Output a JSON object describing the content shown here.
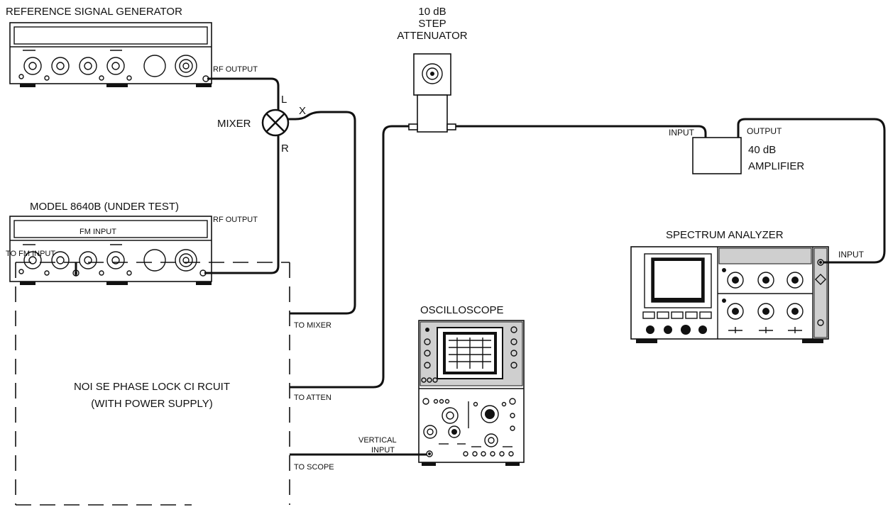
{
  "labels": {
    "ref_generator": "REFERENCE SIGNAL GENERATOR",
    "ref_rf_output": "RF OUTPUT",
    "mixer": "MIXER",
    "mixer_l": "L",
    "mixer_r": "R",
    "mixer_x": "X",
    "model_under_test": "MODEL 8640B (UNDER TEST)",
    "model_rf_output": "RF OUTPUT",
    "fm_input": "FM INPUT",
    "to_fm_input": "TO FM INPUT",
    "attenuator_line1": "10 dB",
    "attenuator_line2": "STEP",
    "attenuator_line3": "ATTENUATOR",
    "amp_input": "INPUT",
    "amp_output": "OUTPUT",
    "amp_line1": "40 dB",
    "amp_line2": "AMPLIFIER",
    "spectrum_analyzer": "SPECTRUM ANALYZER",
    "sa_input": "INPUT",
    "oscilloscope": "OSCILLOSCOPE",
    "vertical_line1": "VERTICAL",
    "vertical_line2": "INPUT",
    "to_mixer": "TO MIXER",
    "to_atten": "TO ATTEN",
    "to_scope": "TO SCOPE",
    "circuit_line1": "NOI SE PHASE LOCK CI RCUIT",
    "circuit_line2": "(WITH POWER SUPPLY)"
  }
}
